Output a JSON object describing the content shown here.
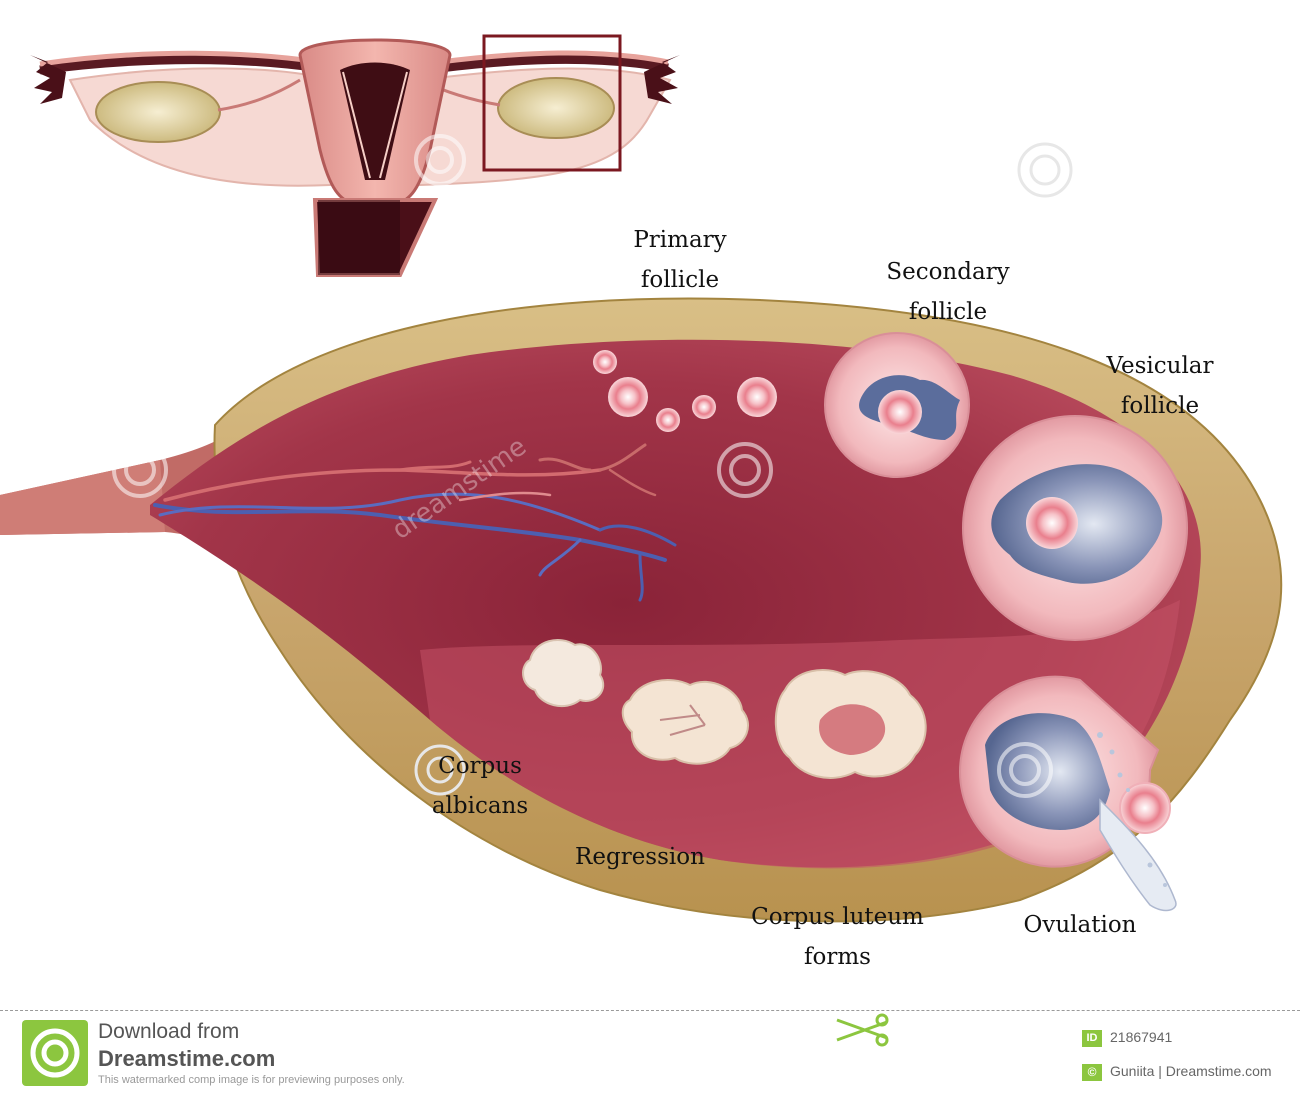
{
  "labels": {
    "primary_follicle": [
      "Primary",
      "follicle"
    ],
    "secondary_follicle": [
      "Secondary",
      "follicle"
    ],
    "vesicular_follicle": [
      "Vesicular",
      "follicle"
    ],
    "corpus_albicans": [
      "Corpus",
      "albicans"
    ],
    "regression": [
      "Regression"
    ],
    "corpus_luteum_forms": [
      "Corpus luteum",
      "forms"
    ],
    "ovulation": [
      "Ovulation"
    ]
  },
  "watermark": {
    "text": "dreamstime"
  },
  "footer": {
    "download_line": "Download from",
    "site_name": "Dreamstime.com",
    "disclaimer": "This watermarked comp image is for previewing purposes only.",
    "id_badge": "ID",
    "id_number": "21867941",
    "credit_badge": "©",
    "credit": "Guniita | Dreamstime.com"
  },
  "colors": {
    "capsule": "#c9a56a",
    "stroma": "#9b2e45",
    "follicle_pink": "#f4c4c4",
    "antrum_blue": "#5f6f9a",
    "label_text": "#111111",
    "brand_green": "#8cc63f"
  }
}
